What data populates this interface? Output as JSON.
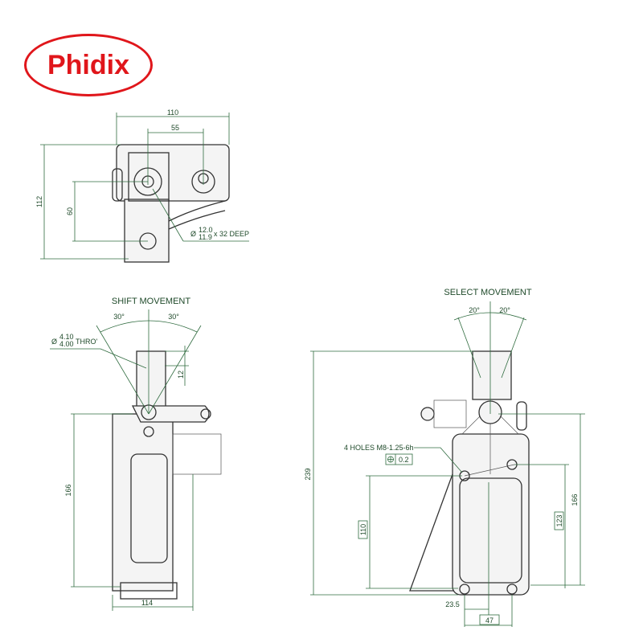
{
  "logo": {
    "text": "Phidix",
    "color": "#e0161b"
  },
  "top_view": {
    "dims": {
      "width": "110",
      "offset": "55",
      "height": "112",
      "center": "60"
    },
    "note": {
      "prefix": "Ø",
      "upper": "12.0",
      "lower": "11.9",
      "suffix": "x 32 DEEP"
    }
  },
  "shift_view": {
    "title": "SHIFT MOVEMENT",
    "angle_left": "30°",
    "angle_right": "30°",
    "hole": {
      "prefix": "Ø",
      "upper": "4.10",
      "lower": "4.00",
      "suffix": "THRO'"
    },
    "dims": {
      "stem": "12",
      "height": "166",
      "width": "114"
    }
  },
  "select_view": {
    "title": "SELECT MOVEMENT",
    "angle_left": "20°",
    "angle_right": "20°",
    "holes_note": "4 HOLES M8-1.25-6h",
    "tolerance": "0.2",
    "dims": {
      "total_height": "239",
      "height": "166",
      "hole_spacing_v": "123",
      "base_height": "110",
      "offset": "23.5",
      "hole_spacing_h": "47"
    }
  },
  "colors": {
    "dimension": "#2f6b3f",
    "part": "#333333"
  }
}
